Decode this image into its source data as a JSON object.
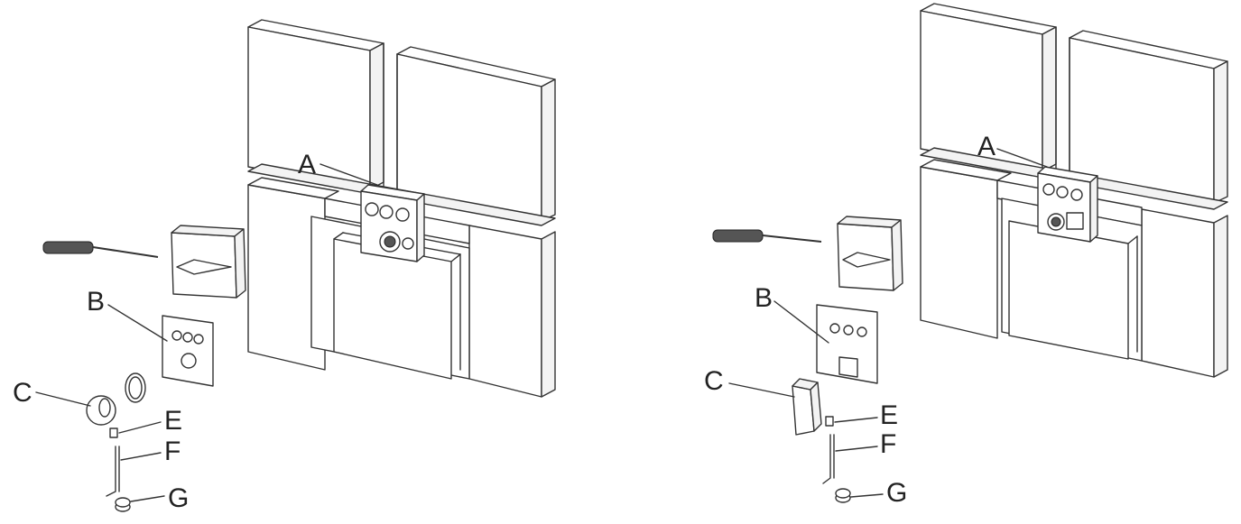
{
  "diagrams": [
    {
      "labels": {
        "a": "A",
        "b": "B",
        "c": "C",
        "e": "E",
        "f": "F",
        "g": "G"
      }
    },
    {
      "labels": {
        "a": "A",
        "b": "B",
        "c": "C",
        "e": "E",
        "f": "F",
        "g": "G"
      }
    }
  ]
}
